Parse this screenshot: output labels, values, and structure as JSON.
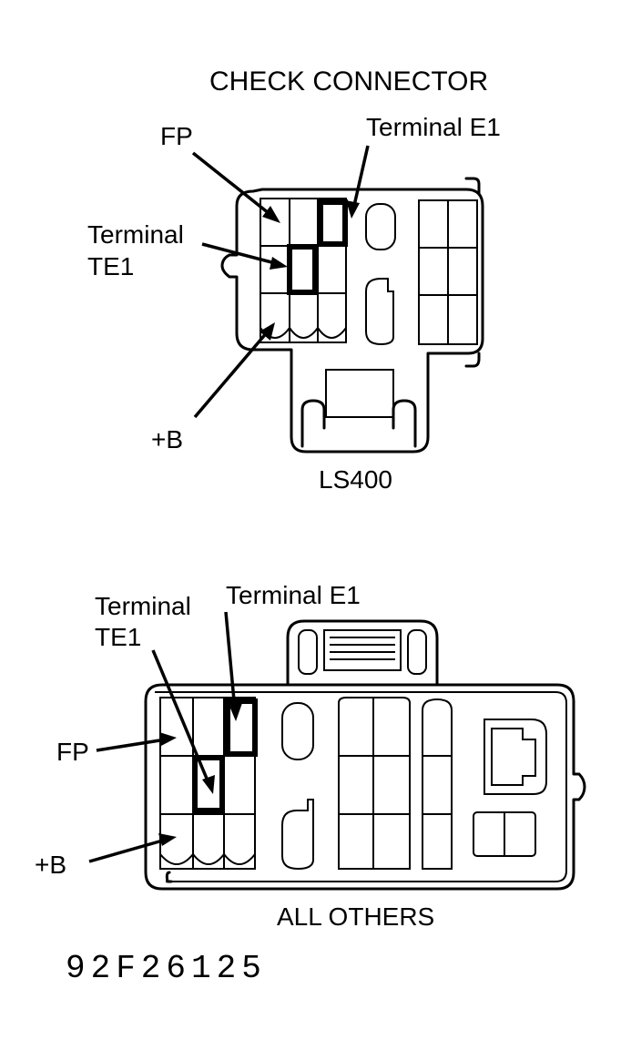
{
  "diagrams": [
    {
      "name": "ls400",
      "title": "CHECK CONNECTOR",
      "caption": "LS400",
      "labels": {
        "fp": "FP",
        "terminal_e1": "Terminal E1",
        "terminal_te1_line1": "Terminal",
        "terminal_te1_line2": "TE1",
        "plus_b": "+B"
      }
    },
    {
      "name": "all-others",
      "caption": "ALL OTHERS",
      "labels": {
        "fp": "FP",
        "terminal_e1": "Terminal E1",
        "terminal_te1_line1": "Terminal",
        "terminal_te1_line2": "TE1",
        "plus_b": "+B"
      }
    }
  ],
  "figure_code": "92F26125"
}
